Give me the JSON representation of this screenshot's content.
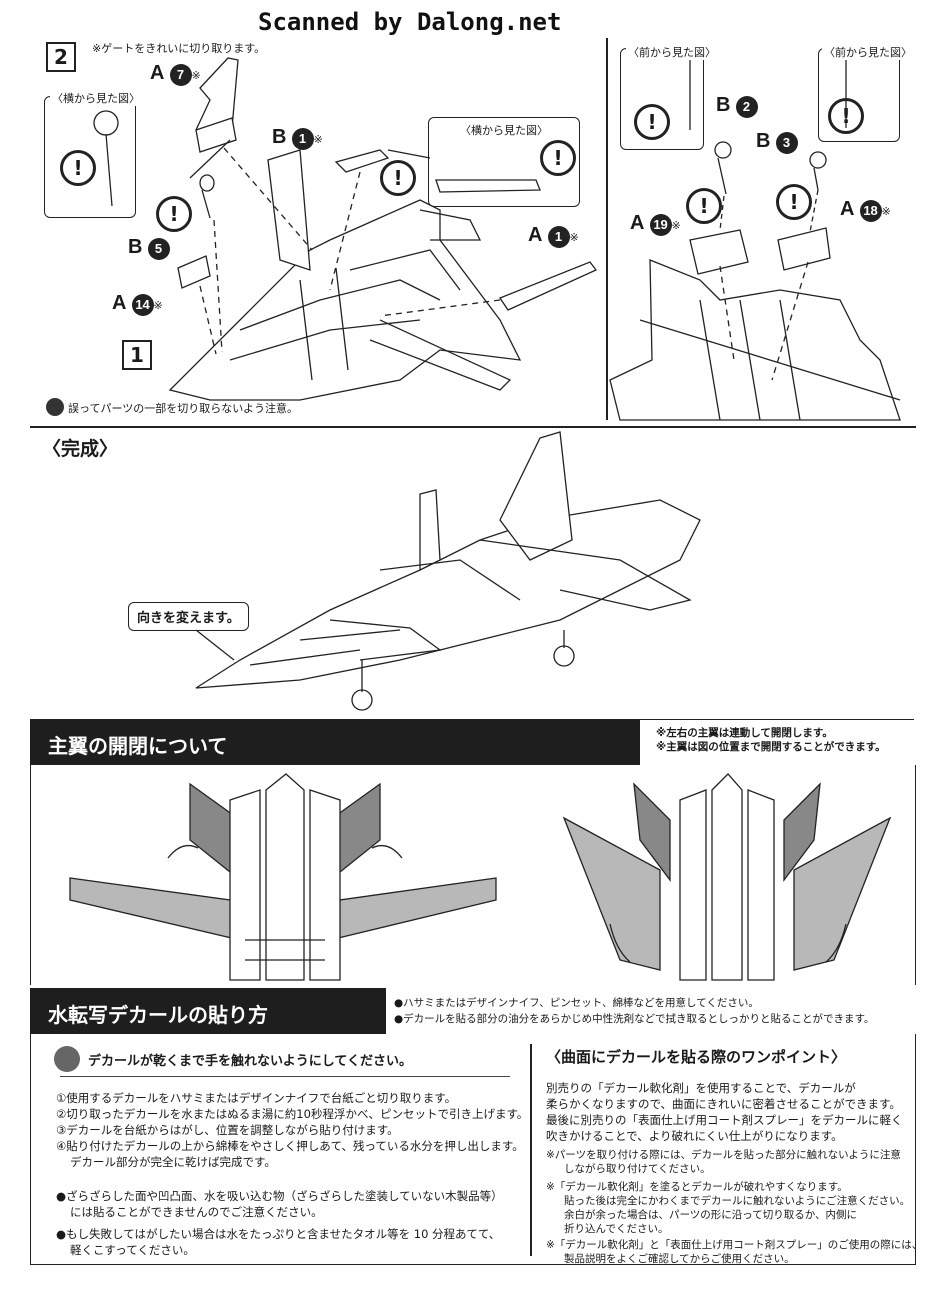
{
  "watermark": "Scanned by Dalong.net",
  "step2": {
    "number": "2",
    "gate_note": "※ゲートをきれいに切り取ります。",
    "side_view_label": "〈横から見た図〉",
    "side_view_label_2": "〈横から見た図〉",
    "front_view_label_1": "〈前から見た図〉",
    "front_view_label_2": "〈前から見た図〉",
    "ref_step": "1",
    "cut_warning": "誤ってパーツの一部を切り取らないよう注意。",
    "parts": {
      "a7": {
        "runner": "A",
        "num": "7",
        "mark": "※"
      },
      "b1": {
        "runner": "B",
        "num": "1",
        "mark": "※"
      },
      "b5": {
        "runner": "B",
        "num": "5"
      },
      "a14": {
        "runner": "A",
        "num": "14",
        "mark": "※"
      },
      "a1": {
        "runner": "A",
        "num": "1",
        "mark": "※"
      },
      "b2": {
        "runner": "B",
        "num": "2"
      },
      "b3": {
        "runner": "B",
        "num": "3"
      },
      "a19": {
        "runner": "A",
        "num": "19",
        "mark": "※"
      },
      "a18": {
        "runner": "A",
        "num": "18",
        "mark": "※"
      }
    },
    "warn_symbol": "!"
  },
  "complete": {
    "title": "〈完成〉",
    "callout": "向きを変えます。"
  },
  "wings": {
    "title": "主翼の開閉について",
    "note1": "※左右の主翼は連動して開閉します。",
    "note2": "※主翼は図の位置まで開閉することができます。"
  },
  "decal": {
    "title": "水転写デカールの貼り方",
    "prep1": "●ハサミまたはデザインナイフ、ピンセット、綿棒などを用意してください。",
    "prep2": "●デカールを貼る部分の油分をあらかじめ中性洗剤などで拭き取るとしっかりと貼ることができます。",
    "no_touch": "デカールが乾くまで手を触れないようにしてください。",
    "steps": [
      "①使用するデカールをハサミまたはデザインナイフで台紙ごと切り取ります。",
      "②切り取ったデカールを水またはぬるま湯に約10秒程浮かべ、ピンセットで引き上げます。",
      "③デカールを台紙からはがし、位置を調整しながら貼り付けます。",
      "④貼り付けたデカールの上から綿棒をやさしく押しあて、残っている水分を押し出します。",
      "デカール部分が完全に乾けば完成です。"
    ],
    "cautions": [
      "●ざらざらした面や凹凸面、水を吸い込む物（ざらざらした塗装していない木製品等）",
      "には貼ることができませんのでご注意ください。",
      "●もし失敗してはがしたい場合は水をたっぷりと含ませたタオル等を 10 分程あてて、",
      "軽くこすってください。"
    ],
    "curved_title": "〈曲面にデカールを貼る際のワンポイント〉",
    "curved_body": [
      "別売りの「デカール軟化剤」を使用することで、デカールが",
      "柔らかくなりますので、曲面にきれいに密着させることができます。",
      "最後に別売りの「表面仕上げ用コート剤スプレー」をデカールに軽く",
      "吹きかけることで、より破れにくい仕上がりになります。"
    ],
    "curved_notes": [
      "※パーツを取り付ける際には、デカールを貼った部分に触れないように注意",
      "しながら取り付けてください。",
      "※「デカール軟化剤」を塗るとデカールが破れやすくなります。",
      "貼った後は完全にかわくまでデカールに触れないようにご注意ください。",
      "余白が余った場合は、パーツの形に沿って切り取るか、内側に",
      "折り込んでください。",
      "※「デカール軟化剤」と「表面仕上げ用コート剤スプレー」のご使用の際には、",
      "製品説明をよくご確認してからご使用ください。"
    ]
  }
}
